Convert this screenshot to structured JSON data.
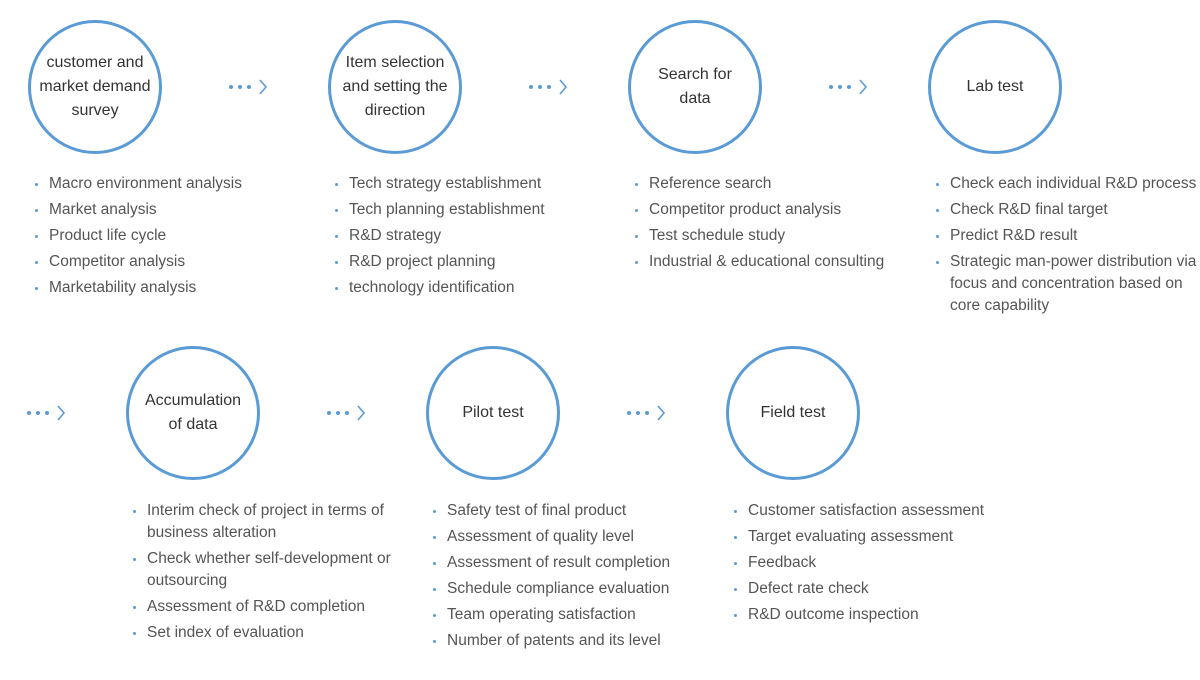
{
  "steps": [
    {
      "title": "customer and market demand survey",
      "items": [
        "Macro environment analysis",
        "Market analysis",
        "Product life cycle",
        "Competitor analysis",
        "Marketability analysis"
      ]
    },
    {
      "title": "Item selection and setting the direction",
      "items": [
        "Tech strategy establishment",
        "Tech planning establishment",
        "R&D strategy",
        "R&D project planning",
        "technology identification"
      ]
    },
    {
      "title": "Search for data",
      "items": [
        "Reference search",
        "Competitor product analysis",
        "Test schedule study",
        "Industrial & educational consulting"
      ]
    },
    {
      "title": "Lab test",
      "items": [
        "Check each individual R&D process",
        "Check R&D final target",
        "Predict R&D result",
        "Strategic man-power distribution via focus and concentration based on core capability"
      ]
    },
    {
      "title": "Accumulation of data",
      "items": [
        "Interim check of project in terms of business alteration",
        "Check whether self-development or outsourcing",
        "Assessment of R&D completion",
        "Set index of evaluation"
      ]
    },
    {
      "title": "Pilot test",
      "items": [
        "Safety test of final product",
        "Assessment of quality level",
        "Assessment of result completion",
        "Schedule compliance evaluation",
        "Team operating satisfaction",
        "Number of patents and its level"
      ]
    },
    {
      "title": "Field test",
      "items": [
        "Customer satisfaction assessment",
        "Target evaluating assessment",
        "Feedback",
        "Defect rate check",
        "R&D outcome inspection"
      ]
    }
  ],
  "colors": {
    "accent": "#5b9bd5",
    "text": "#555555",
    "title": "#333333"
  },
  "arrow_icon": "dotted-chevron-right-icon"
}
